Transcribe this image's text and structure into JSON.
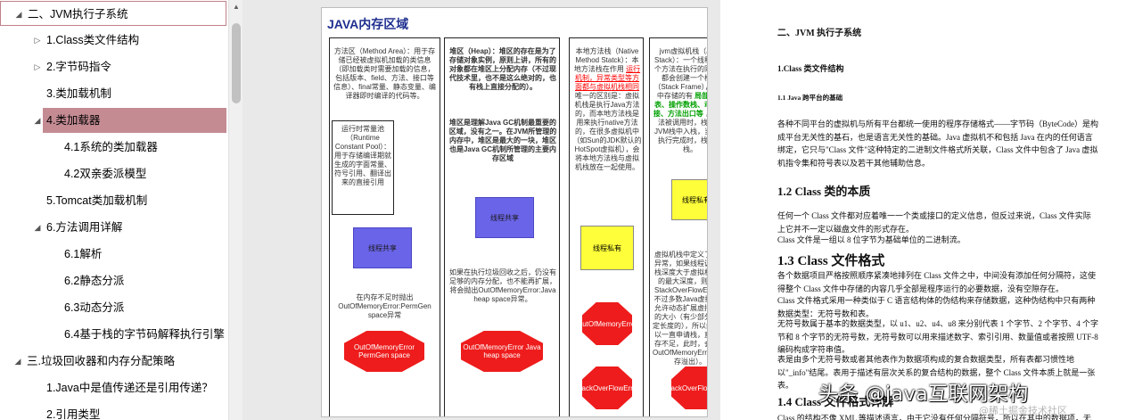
{
  "outline": {
    "items": [
      {
        "label": "二、JVM执行子系统",
        "level": 0,
        "arrow": "down",
        "state": "outlined"
      },
      {
        "label": "1.Class类文件结构",
        "level": 1,
        "arrow": "right",
        "state": ""
      },
      {
        "label": "2.字节码指令",
        "level": 1,
        "arrow": "right",
        "state": ""
      },
      {
        "label": "3.类加载机制",
        "level": 1,
        "arrow": "",
        "state": ""
      },
      {
        "label": "4.类加载器",
        "level": 1,
        "arrow": "down",
        "state": "selected"
      },
      {
        "label": "4.1系统的类加载器",
        "level": 2,
        "arrow": "",
        "state": ""
      },
      {
        "label": "4.2双亲委派模型",
        "level": 2,
        "arrow": "",
        "state": ""
      },
      {
        "label": "5.Tomcat类加载机制",
        "level": 1,
        "arrow": "",
        "state": ""
      },
      {
        "label": "6.方法调用详解",
        "level": 1,
        "arrow": "down",
        "state": ""
      },
      {
        "label": "6.1解析",
        "level": 2,
        "arrow": "",
        "state": ""
      },
      {
        "label": "6.2静态分派",
        "level": 2,
        "arrow": "",
        "state": ""
      },
      {
        "label": "6.3动态分派",
        "level": 2,
        "arrow": "",
        "state": ""
      },
      {
        "label": "6.4基于栈的字节码解释执行引擎",
        "level": 2,
        "arrow": "",
        "state": ""
      },
      {
        "label": "三.垃圾回收器和内存分配策略",
        "level": 0,
        "arrow": "down",
        "state": ""
      },
      {
        "label": "1.Java中是值传递还是引用传递？",
        "level": 1,
        "arrow": "",
        "state": ""
      },
      {
        "label": "2.引用类型",
        "level": 1,
        "arrow": "",
        "state": ""
      }
    ],
    "scroll_up_icon": "▲"
  },
  "slide": {
    "title": "JAVA内存区域",
    "col1": {
      "heading": "方法区（Method Area）：用于存储已经被虚拟机加载的类信息（即加载类时需要加载的信息，包括版本、field、方法、接口等信息）、final常量、静态变量、编译器即时编译的代码等。",
      "pool": "运行时常量池（Runtime Constant Pool）：用于存储编译期就生成的字面常量、符号引用、翻译出来的直接引用",
      "shared": "线程共享",
      "oom_desc": "在内存不足时抛出OutOfMemoryError:PermGen space异常",
      "oom": "OutOfMemoryError PermGen space"
    },
    "col2": {
      "heading": "堆区（Heap）：堆区的存在是为了存储对象实例，原则上讲，所有的对象都在堆区上分配内存（不过现代技术里，也不是这么绝对的，也有栈上直接分配的）。",
      "note": "堆区是理解Java GC机制最重要的区域，没有之一。在JVM所管理的内存中，堆区是最大的一块，堆区也是Java GC机制所管理的主要内存区域",
      "shared": "线程共享",
      "oom_desc": "如果在执行垃圾回收之后，仍没有足够的内存分配，也不能再扩展，将会抛出OutOfMemoryError:Java heap space异常。",
      "oom": "OutOfMemoryError Java heap space"
    },
    "col3": {
      "line1": "本地方法栈（Native Method Statck）：本地方法栈在作用",
      "red": "运行机制，异常类型等方面都与虚拟机栈相同",
      "rest": "唯一的区别是：虚拟机栈是执行Java方法的，而本地方法栈是用来执行native方法的，在很多虚拟机中（如Sun的JDK默认的HotSpot虚拟机），会将本地方法栈与虚拟机栈放在一起使用。",
      "private": "线程私有",
      "oom": "OutOfMemoryError",
      "soe": "StackOverFlowError"
    },
    "col4": {
      "line1": "jvm虚拟机栈（JVM Stack）：一个线程的每个方法在执行的同时，都会创建一个栈帧（Stack Frame），栈帧中存储的有",
      "green": "局部变量表、操作数栈、动态链接、方法出口等",
      "rest": "，当方法被调用时，栈帧在JVM栈中入栈，当方法执行完成时，栈帧出栈。",
      "private": "线程私有",
      "tail": "虚拟机栈中定义了两种异常，如果线程调用的栈深度大于虚拟机允许的最大深度，则抛出StackOverFlowError；不过多数Java虚拟机都允许动态扩展虚拟机栈的大小（有少部分是固定长度的），所以线程可以一直申请栈，直到内存不足，此时，会抛出OutOfMemoryError（内存溢出）。",
      "soe": "StackOverFlowError"
    }
  },
  "doc": {
    "h_jvm": "二、JVM 执行子系统",
    "h_class": "1.Class 类文件结构",
    "h_java": "1.1 Java 跨平台的基础",
    "p1": "各种不同平台的虚拟机与所有平台都统一使用的程序存储格式——字节码（ByteCode）是构成平台无关性的基石，也是语言无关性的基础。Java 虚拟机不和包括 Java 在内的任何语言绑定，它只与\"Class 文件\"这种特定的二进制文件格式所关联，Class 文件中包含了 Java 虚拟机指令集和符号表以及若干其他辅助信息。",
    "h_essence": "1.2 Class 类的本质",
    "p2": "任何一个 Class 文件都对应着唯一一个类或接口的定义信息，但反过来说，Class 文件实际上它并不一定以磁盘文件的形式存在。",
    "p3": "Class 文件是一组以 8 位字节为基础单位的二进制流。",
    "h_format": "1.3 Class 文件格式",
    "p4": "各个数据项目严格按照顺序紧凑地排列在 Class 文件之中，中间没有添加任何分隔符，这使得整个 Class 文件中存储的内容几乎全部是程序运行的必要数据，没有空隙存在。",
    "p5": "Class 文件格式采用一种类似于 C 语言结构体的伪结构来存储数据，这种伪结构中只有两种数据类型：无符号数和表。",
    "p6": "无符号数属于基本的数据类型，以 u1、u2、u4、u8 来分别代表 1 个字节、2 个字节、4 个字节和 8 个字节的无符号数，无符号数可以用来描述数字、索引引用、数量值或者按照 UTF-8 编码构成字符串值。",
    "p7": "表是由多个无符号数或者其他表作为数据项构成的复合数据类型，所有表都习惯性地以\"_info\"结尾。表用于描述有层次关系的复合结构的数据，整个 Class 文件本质上就是一张表。",
    "h_design": "1.4 Class 文件格式详解",
    "p8": "Class 的结构不像 XML 等描述语言，由于它没有任何分隔符号，所以在其中的数据项，无论"
  },
  "watermark": {
    "main": "头条 @java互联网架构",
    "sub": "@稀土掘金技术社区"
  }
}
